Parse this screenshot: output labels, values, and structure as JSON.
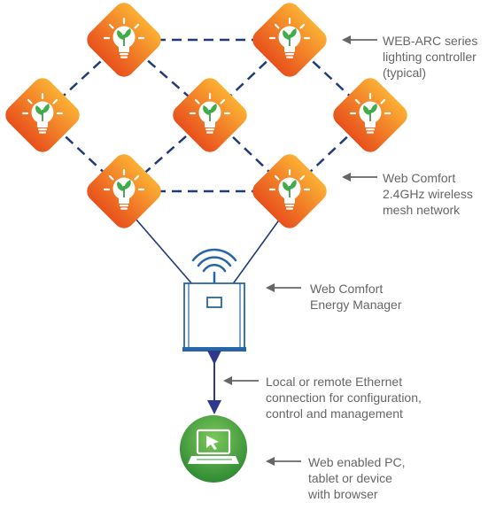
{
  "colors": {
    "mesh_link": "#1f3b7a",
    "ethernet_link": "#2d3a8c",
    "node_gradient_top": "#fbb034",
    "node_gradient_bottom": "#e8501c",
    "manager_outline": "#2466a6",
    "pc_green": "#3a9b3c",
    "callout_text": "#666666",
    "callout_arrow": "#666666"
  },
  "icons": {
    "lighting_node": "bulb-leaf-icon",
    "manager": "energy-manager-icon",
    "pc": "laptop-pc-icon",
    "wireless": "wifi-signal-icon"
  },
  "callouts": {
    "controller": "WEB-ARC series\nlighting controller\n(typical)",
    "mesh": "Web Comfort\n2.4GHz wireless\nmesh network",
    "manager": "Web Comfort\nEnergy Manager",
    "ethernet": "Local or remote Ethernet\nconnection for configuration,\ncontrol and management",
    "pc": "Web enabled PC,\ntablet or device\nwith browser"
  }
}
